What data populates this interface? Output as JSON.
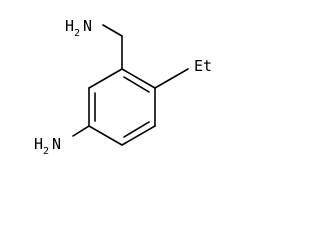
{
  "molecule": {
    "labels": {
      "top_amine": {
        "element": "H",
        "subscript": "2",
        "suffix": "N"
      },
      "bottom_amine": {
        "element": "H",
        "subscript": "2",
        "suffix": "N"
      },
      "ethyl": "Et"
    },
    "bond_color": "#000000",
    "label_color": "#000000",
    "background": "#ffffff"
  }
}
